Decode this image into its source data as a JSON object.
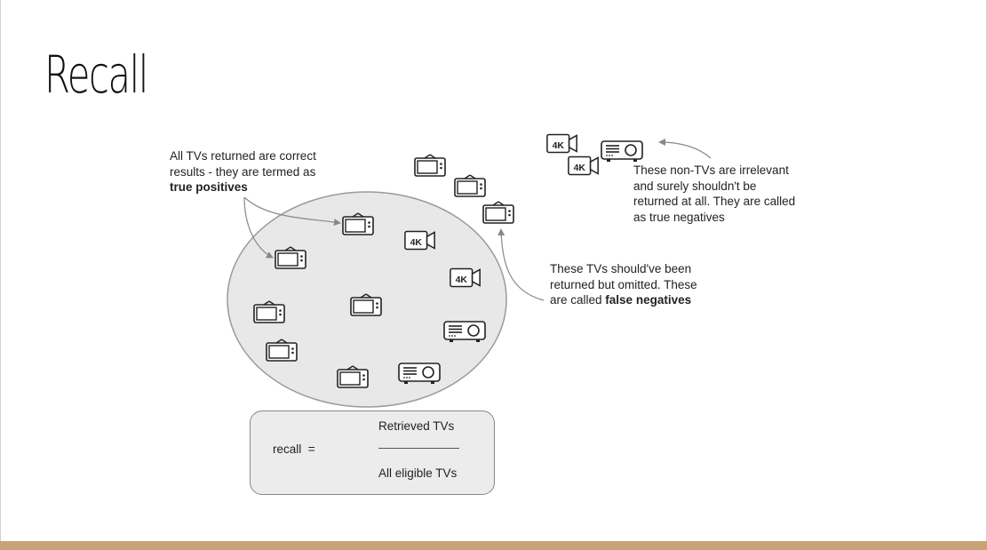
{
  "title": "Recall",
  "notes": {
    "true_positive": {
      "text": "All TVs returned are correct results - they are termed as ",
      "bold": "true positives"
    },
    "false_negative": {
      "text": "These TVs should've been returned but omitted. These are called ",
      "bold": "false negatives"
    },
    "true_negative": {
      "text": "These non-TVs are irrelevant and surely shouldn't be returned at all. They are called as true negatives"
    }
  },
  "formula": {
    "lhs": "recall  =",
    "numerator": "Retrieved TVs",
    "denominator": "All eligible TVs"
  },
  "icon_label_4k": "4K",
  "colors": {
    "ellipse_fill": "#e8e8e8",
    "ellipse_stroke": "#9a9a9a",
    "footer": "#c9a27a",
    "arrow": "#888888"
  }
}
